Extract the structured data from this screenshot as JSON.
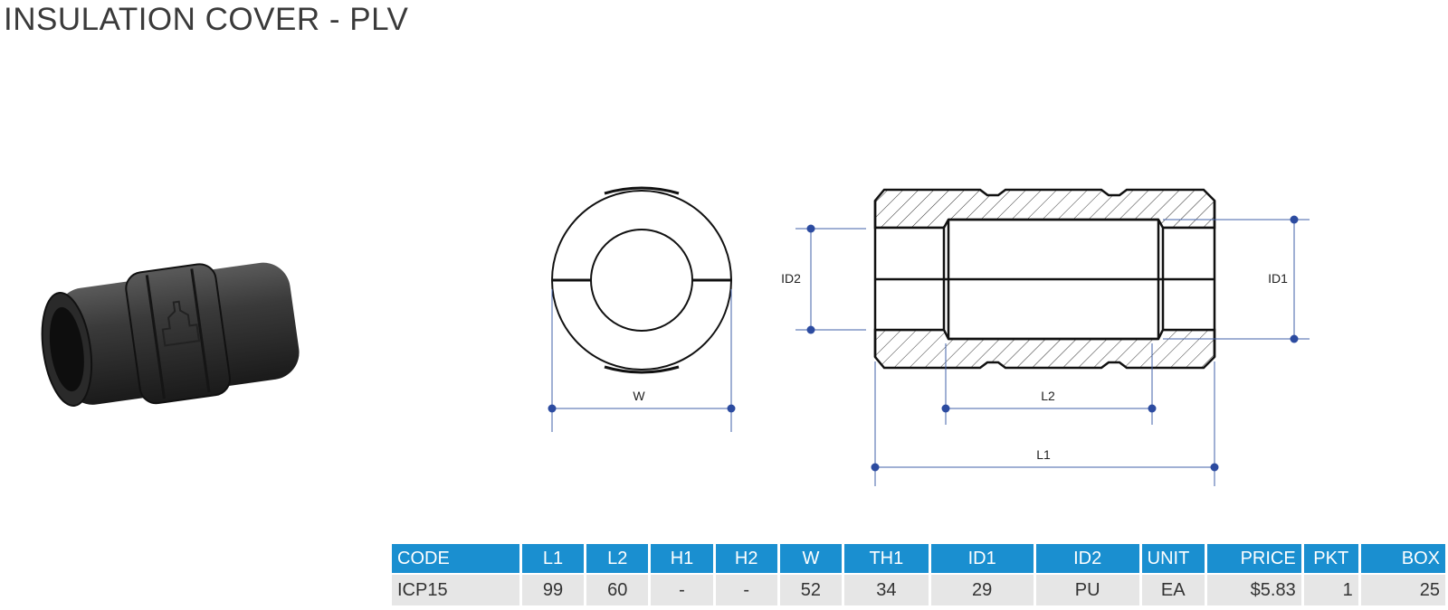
{
  "title": "INSULATION COVER - PLV",
  "drawing": {
    "labels": {
      "w": "W",
      "id2": "ID2",
      "id1": "ID1",
      "l2": "L2",
      "l1": "L1"
    },
    "line_color": "#4060a8",
    "dot_color": "#2c4ba0"
  },
  "table": {
    "header_color": "#1a8fd0",
    "headers": [
      "CODE",
      "L1",
      "L2",
      "H1",
      "H2",
      "W",
      "TH1",
      "ID1",
      "ID2",
      "UNIT",
      "PRICE",
      "PKT",
      "BOX"
    ],
    "rows": [
      [
        "ICP15",
        "99",
        "60",
        "-",
        "-",
        "52",
        "34",
        "29",
        "PU",
        "EA",
        "$5.83",
        "1",
        "25"
      ]
    ]
  }
}
